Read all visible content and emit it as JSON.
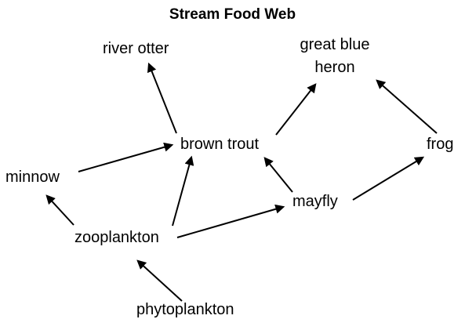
{
  "title": "Stream Food Web",
  "organisms": {
    "river_otter": "river otter",
    "great_blue_heron_line1": "great blue",
    "great_blue_heron_line2": "heron",
    "brown_trout": "brown trout",
    "frog": "frog",
    "minnow": "minnow",
    "mayfly": "mayfly",
    "zooplankton": "zooplankton",
    "phytoplankton": "phytoplankton"
  },
  "edges": [
    {
      "from": "brown trout",
      "to": "river otter"
    },
    {
      "from": "brown trout",
      "to": "great blue heron"
    },
    {
      "from": "frog",
      "to": "great blue heron"
    },
    {
      "from": "minnow",
      "to": "brown trout"
    },
    {
      "from": "mayfly",
      "to": "brown trout"
    },
    {
      "from": "mayfly",
      "to": "frog"
    },
    {
      "from": "zooplankton",
      "to": "minnow"
    },
    {
      "from": "zooplankton",
      "to": "brown trout"
    },
    {
      "from": "zooplankton",
      "to": "mayfly"
    },
    {
      "from": "phytoplankton",
      "to": "zooplankton"
    }
  ],
  "colors": {
    "arrow": "#000000",
    "text": "#000000",
    "background": "#ffffff"
  }
}
